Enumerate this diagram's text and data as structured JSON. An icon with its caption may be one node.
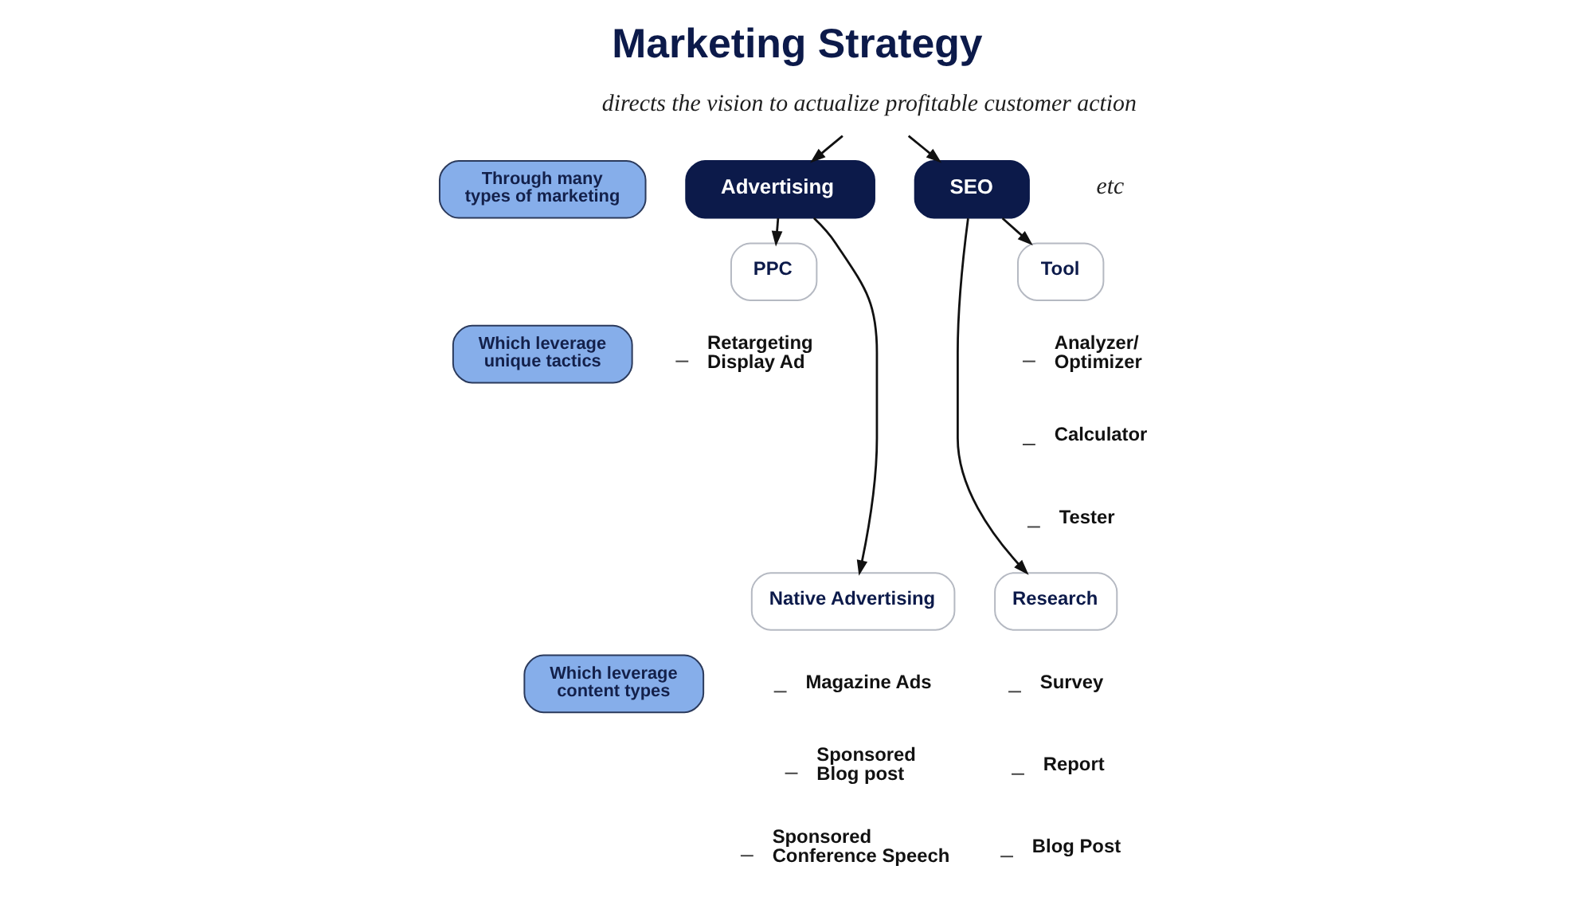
{
  "diagram": {
    "title": "Marketing Strategy",
    "nodes": [
      {
        "text": [
          "directs the vision to actualize profitable customer action"
        ]
      },
      {
        "text": [
          "Through many types of marketing"
        ]
      },
      {
        "text": [
          "Advertising"
        ]
      },
      {
        "text": [
          "SEO"
        ]
      },
      {
        "text": [
          "PPC"
        ]
      },
      {
        "text": [
          "Tool"
        ]
      },
      {
        "text": [
          "Which leverage unique tactics"
        ]
      },
      {
        "text": [
          "Native Advertising"
        ]
      },
      {
        "text": [
          "Research"
        ]
      },
      {
        "text": [
          "Which leverage content types"
        ]
      }
    ],
    "edges": [
      {
        "from": 0,
        "to": 2,
        "arrow": "to"
      },
      {
        "from": 0,
        "to": 3,
        "arrow": "to"
      },
      {
        "from": 2,
        "to": 4,
        "arrow": "to"
      },
      {
        "from": 2,
        "to": 7,
        "arrow": "to"
      },
      {
        "from": 3,
        "to": 5,
        "arrow": "to"
      },
      {
        "from": 3,
        "to": 8,
        "arrow": "to"
      }
    ],
    "labels": [
      "etc",
      "Retargeting Display Ad",
      "Analyzer/ Optimizer",
      "Calculator",
      "Tester",
      "Magazine Ads",
      "Sponsored Blog post",
      "Sponsored Conference Speech",
      "Survey",
      "Report",
      "Blog Post"
    ]
  }
}
